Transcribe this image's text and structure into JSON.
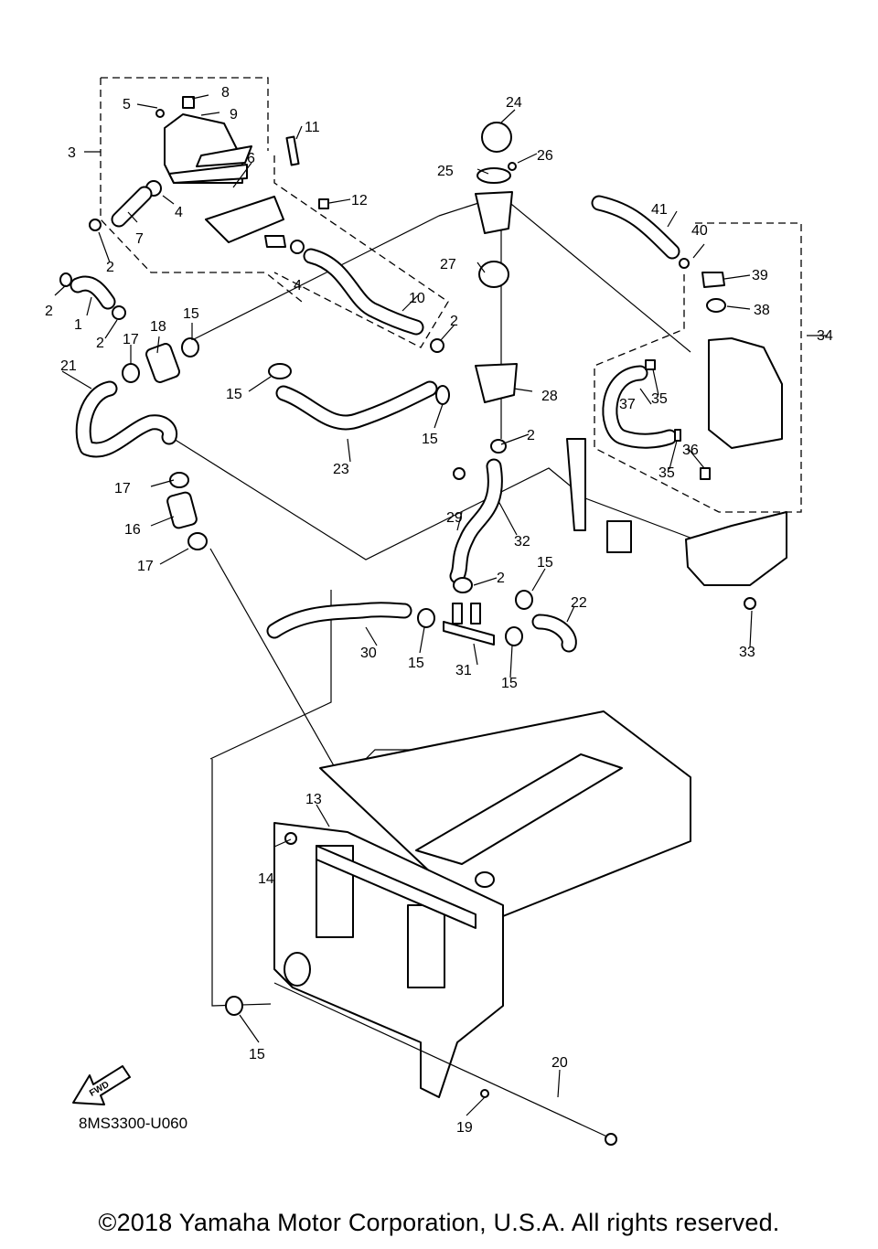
{
  "diagram_code": "8MS3300-U060",
  "copyright": "©2018 Yamaha Motor Corporation, U.S.A. All rights reserved.",
  "fwd_label": "FWD",
  "callouts": [
    "1",
    "2",
    "3",
    "4",
    "5",
    "6",
    "7",
    "8",
    "9",
    "10",
    "11",
    "12",
    "13",
    "14",
    "15",
    "16",
    "17",
    "18",
    "19",
    "20",
    "21",
    "22",
    "23",
    "24",
    "25",
    "26",
    "27",
    "28",
    "29",
    "30",
    "31",
    "32",
    "33",
    "34",
    "35",
    "36",
    "37",
    "38",
    "39",
    "40",
    "41"
  ]
}
